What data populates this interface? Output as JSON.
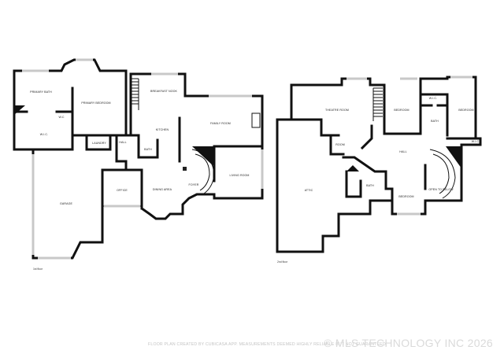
{
  "floor1": {
    "label": "1st floor",
    "rooms": {
      "primary_bath": "PRIMARY BATH",
      "primary_bedroom": "PRIMARY BEDROOM",
      "wic": "W.I.C.",
      "wc": "W.C",
      "laundry": "LAUNDRY",
      "hall": "HALL",
      "breakfast_nook": "BREAKFAST NOOK",
      "kitchen": "KITCHEN",
      "bath": "BATH",
      "family_room": "FAMILY ROOM",
      "living_room": "LIVING ROOM",
      "garage": "GARAGE",
      "office": "OFFICE",
      "dining_area": "DINING AREA",
      "foyer": "FOYER"
    }
  },
  "floor2": {
    "label": "2nd floor",
    "rooms": {
      "theatre_room": "THEATRE ROOM",
      "bedroom_1": "BEDROOM",
      "wic_1": "W.I.C.",
      "bedroom_2": "BEDROOM",
      "bath_1": "BATH",
      "wic_2": "W.I.C.",
      "room": "ROOM",
      "hall": "HALL",
      "attic": "ATTIC",
      "bath_2": "BATH",
      "bedroom_3": "BEDROOM",
      "open_to_below": "OPEN TO BELOW"
    }
  },
  "disclaimer": "FLOOR PLAN CREATED BY CUBICASA APP. MEASUREMENTS DEEMED HIGHLY RELIABLE BUT NOT GUARANTEED.",
  "watermark": "© MLS TECHNOLOGY INC 2026"
}
